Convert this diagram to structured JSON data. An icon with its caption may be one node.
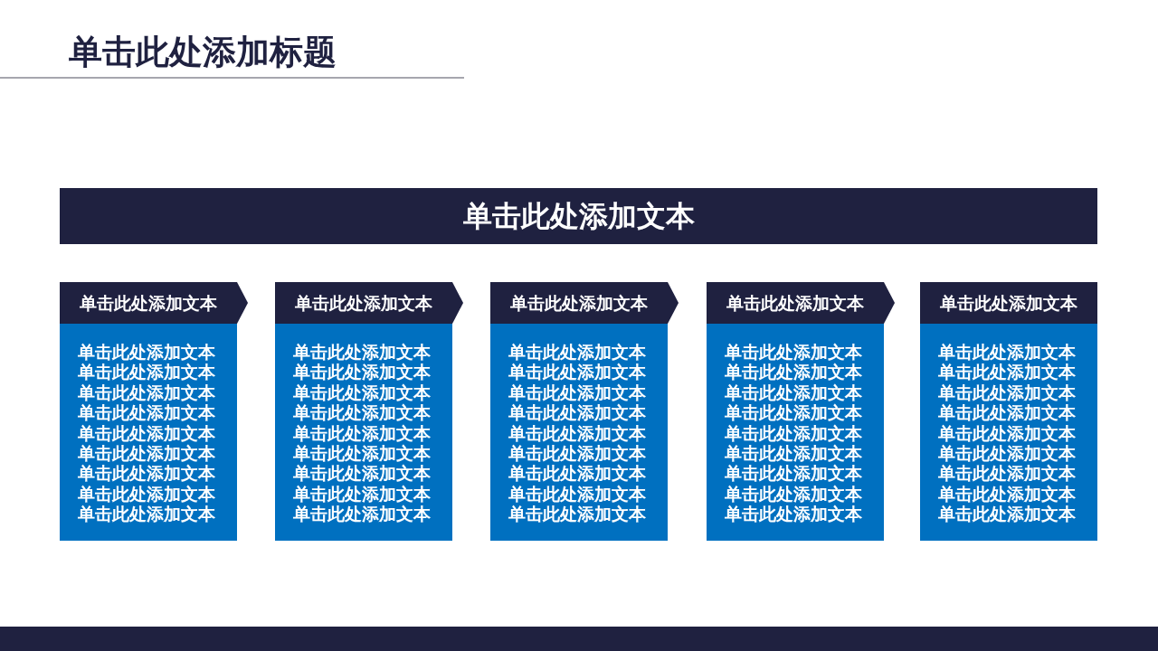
{
  "diagram": {
    "title": "单击此处添加标题",
    "nodes": [
      {
        "text": [
          "单击此处添加文本"
        ]
      },
      {
        "text": [
          "单击此处添加文本"
        ]
      },
      {
        "text": [
          "单击此处添加文本单击此处添加文本单击此处添加文本单击此处添加文本单击此处添加文本单击此处添加文本单击此处添加文本单击此处添加文本单击此处添加文本"
        ]
      },
      {
        "text": [
          "单击此处添加文本"
        ]
      },
      {
        "text": [
          "单击此处添加文本单击此处添加文本单击此处添加文本单击此处添加文本单击此处添加文本单击此处添加文本单击此处添加文本单击此处添加文本单击此处添加文本"
        ]
      },
      {
        "text": [
          "单击此处添加文本"
        ]
      },
      {
        "text": [
          "单击此处添加文本单击此处添加文本单击此处添加文本单击此处添加文本单击此处添加文本单击此处添加文本单击此处添加文本单击此处添加文本单击此处添加文本"
        ]
      },
      {
        "text": [
          "单击此处添加文本"
        ]
      },
      {
        "text": [
          "单击此处添加文本单击此处添加文本单击此处添加文本单击此处添加文本单击此处添加文本单击此处添加文本单击此处添加文本单击此处添加文本单击此处添加文本"
        ]
      },
      {
        "text": [
          "单击此处添加文本"
        ]
      },
      {
        "text": [
          "单击此处添加文本单击此处添加文本单击此处添加文本单击此处添加文本单击此处添加文本单击此处添加文本单击此处添加文本单击此处添加文本单击此处添加文本"
        ]
      }
    ]
  }
}
